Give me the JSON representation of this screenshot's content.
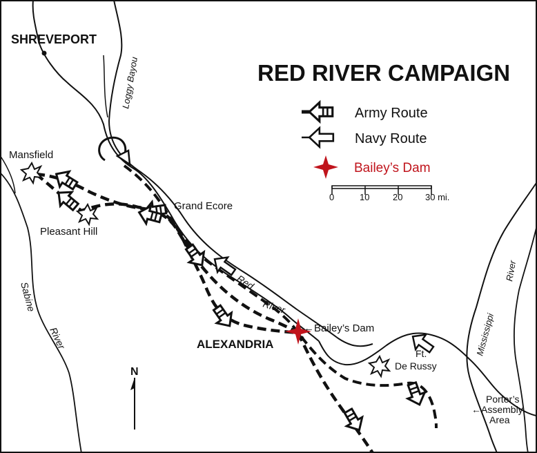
{
  "map": {
    "title": "RED RIVER CAMPAIGN",
    "legend": {
      "army": "Army  Route",
      "navy": "Navy  Route",
      "dam": "Bailey’s Dam",
      "dam_color": "#c0141c",
      "scale_ticks": [
        "0",
        "10",
        "20",
        "30 mi."
      ]
    },
    "places": {
      "shreveport": "SHREVEPORT",
      "mansfield": "Mansfield",
      "pleasant_hill": "Pleasant Hill",
      "grand_ecore": "Grand Ecore",
      "alexandria": "ALEXANDRIA",
      "baileys_dam": "←Bailey’s Dam",
      "ft": "Ft.",
      "de_russy": "De Russy",
      "porters_1": "Porter’s",
      "porters_2": "←Assembly",
      "porters_3": "Area"
    },
    "rivers": {
      "loggy_bayou": "Loggy Bayou",
      "red": "Red",
      "river": "River",
      "sabine": "Sabine",
      "sabine_river": "River",
      "mississippi": "Mississippi",
      "mississippi_river": "River"
    },
    "north": "N",
    "colors": {
      "ink": "#111111",
      "accent": "#c0141c"
    }
  }
}
